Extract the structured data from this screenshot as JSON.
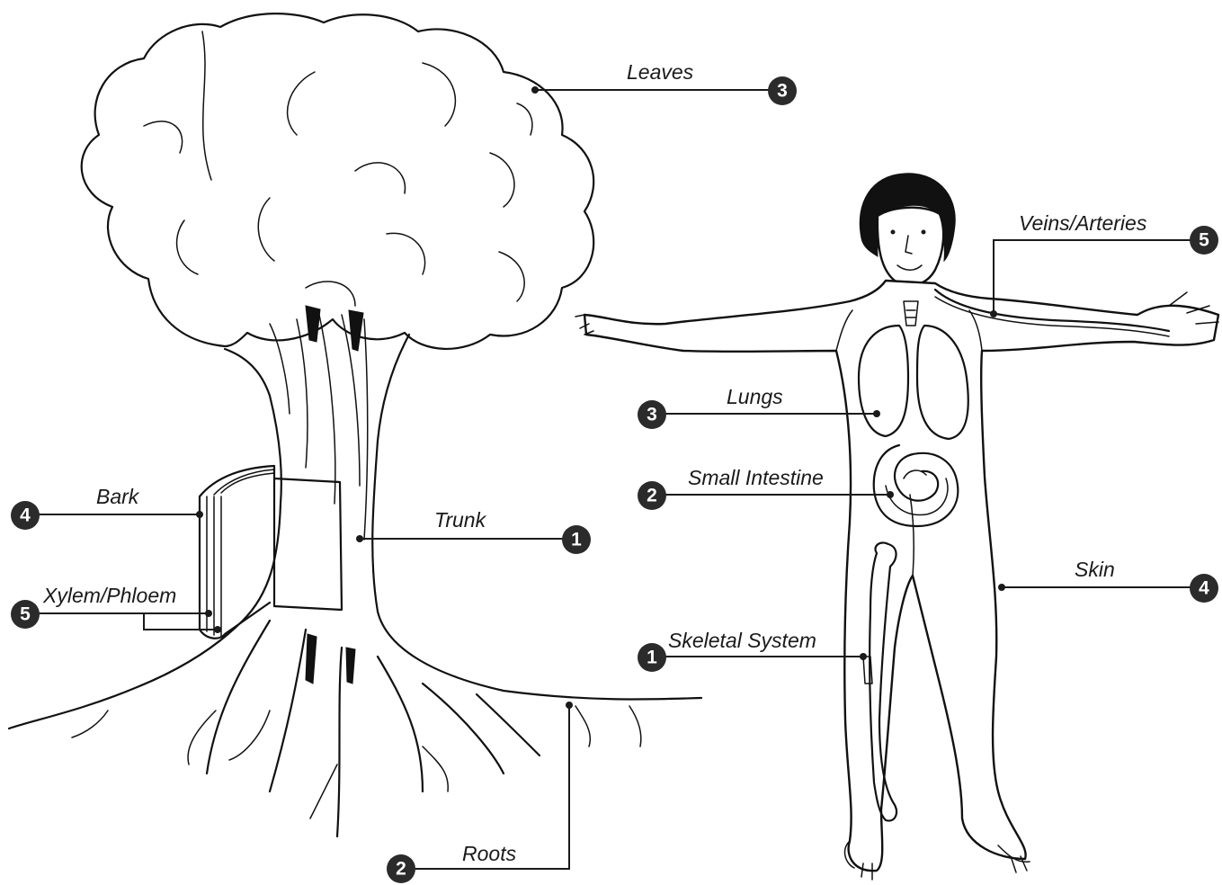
{
  "tree": {
    "callouts": [
      {
        "id": "leaves",
        "number": "3",
        "label": "Leaves"
      },
      {
        "id": "trunk",
        "number": "1",
        "label": "Trunk"
      },
      {
        "id": "bark",
        "number": "4",
        "label": "Bark"
      },
      {
        "id": "xylem",
        "number": "5",
        "label": "Xylem/Phloem"
      },
      {
        "id": "roots",
        "number": "2",
        "label": "Roots"
      }
    ]
  },
  "human": {
    "callouts": [
      {
        "id": "veins",
        "number": "5",
        "label": "Veins/Arteries"
      },
      {
        "id": "lungs",
        "number": "3",
        "label": "Lungs"
      },
      {
        "id": "intestine",
        "number": "2",
        "label": "Small Intestine"
      },
      {
        "id": "skin",
        "number": "4",
        "label": "Skin"
      },
      {
        "id": "skeleton",
        "number": "1",
        "label": "Skeletal System"
      }
    ]
  }
}
